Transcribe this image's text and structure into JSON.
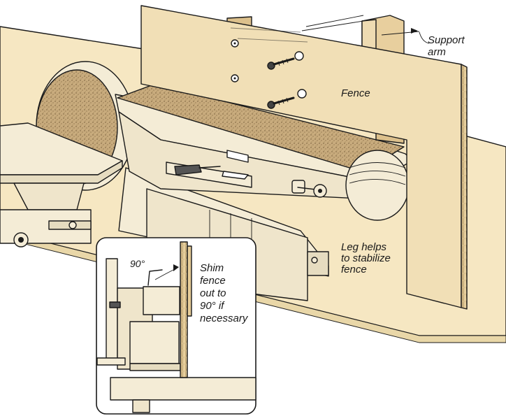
{
  "labels": {
    "support_arm_line1": "Support",
    "support_arm_line2": "arm",
    "fence": "Fence",
    "leg_line1": "Leg helps",
    "leg_line2": "to stabilize",
    "leg_line3": "fence",
    "angle": "90°",
    "shim_line1": "Shim",
    "shim_line2": "fence",
    "shim_line3": "out to",
    "shim_line4": "90° if",
    "shim_line5": "necessary"
  },
  "colors": {
    "table": "#f6e7c2",
    "machine": "#f4ecd6",
    "wood": "#f1dfb6",
    "wood_edge": "#e6cc97",
    "sanding": "#b99a6c",
    "shadow": "#d9c9a0",
    "ink": "#1a1a1a"
  }
}
